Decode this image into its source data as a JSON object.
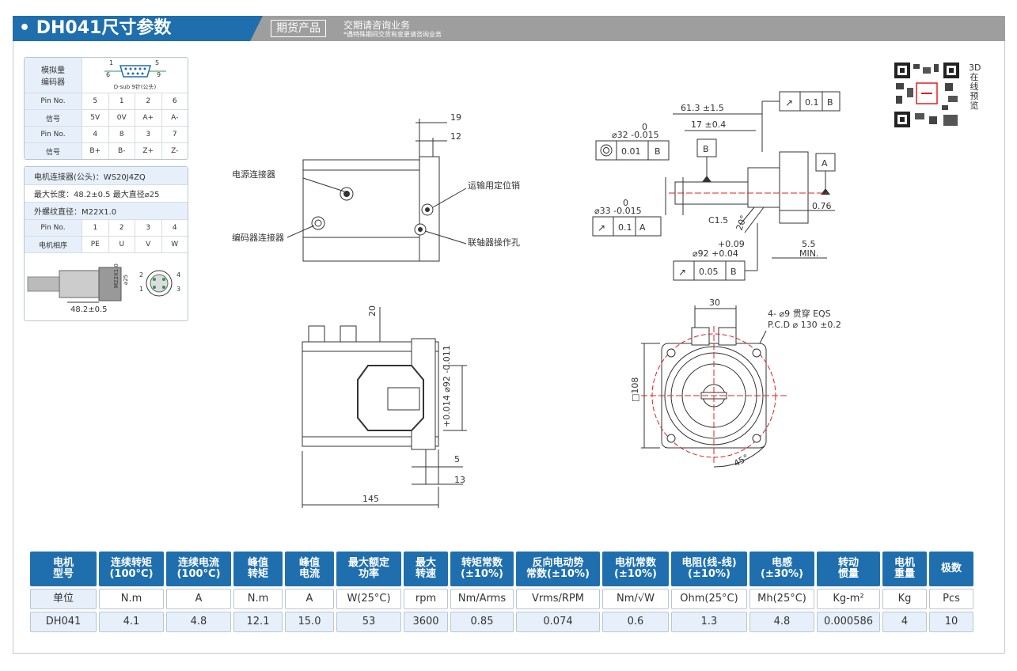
{
  "header": {
    "title": "• DH041尺寸参数",
    "futures_label": "期货产品",
    "note_main": "交期请咨询业务",
    "note_sub": "*遇特殊期间交货有变更请咨询业务"
  },
  "spec_panel": {
    "encoder_label": "模拟量\n编码器",
    "dsub_caption": "D-sub 9针(公头)",
    "dsub_pins_top": "1         5",
    "dsub_pins_bottom": "6         9",
    "pin_rows": [
      {
        "label": "Pin No.",
        "values": [
          "5",
          "1",
          "2",
          "6"
        ]
      },
      {
        "label": "信号",
        "values": [
          "5V",
          "0V",
          "A+",
          "A-"
        ]
      },
      {
        "label": "Pin No.",
        "values": [
          "4",
          "8",
          "3",
          "7"
        ]
      },
      {
        "label": "信号",
        "values": [
          "B+",
          "B-",
          "Z+",
          "Z-"
        ]
      }
    ],
    "motor_connector": "电机连接器(公头)：WS20J4ZQ",
    "max_length": "最大长度：48.2±0.5   最大直径⌀25",
    "thread_dia": "外螺纹直径：M22X1.0",
    "phase_rows": [
      {
        "label": "Pin No.",
        "values": [
          "1",
          "2",
          "3",
          "4"
        ]
      },
      {
        "label": "电机相序",
        "values": [
          "PE",
          "U",
          "V",
          "W"
        ]
      }
    ],
    "connector_dim_length": "48.2±0.5",
    "connector_dim_thread": "M22X1.0",
    "connector_dim_dia": "⌀25",
    "connector_pin_labels": [
      "1",
      "2",
      "3",
      "4"
    ]
  },
  "drawing_side": {
    "label_power": "电源连接器",
    "label_encoder": "编码器连接器",
    "label_pin": "运输用定位销",
    "label_coupling": "联轴器操作孔",
    "dim_19": "19",
    "dim_12": "12"
  },
  "drawing_bottom": {
    "dim_20": "20",
    "dim_tol": "+0.014\n⌀92 -0.011",
    "dim_5": "5",
    "dim_13": "13",
    "dim_145": "145"
  },
  "drawing_shaft": {
    "dim_61": "61.3 ±1.5",
    "dim_17": "17 ±0.4",
    "dim_phi32": "⌀32 -0.015",
    "dim_phi32_top": "0",
    "dim_phi33": "⌀33 -0.015",
    "dim_phi33_top": "0",
    "dim_c15": "C1.5",
    "dim_20": "20°",
    "dim_phi92": "⌀92 +0.04",
    "dim_phi92_top": "+0.09",
    "dim_076": "0.76",
    "dim_55": "5.5",
    "dim_min": "MIN.",
    "tol_top_value": "0.1",
    "tol_top_ref": "B",
    "tol_conc_value": "0.01",
    "tol_conc_ref": "B",
    "datum_b": "B",
    "datum_a": "A",
    "tol_left_value": "0.1",
    "tol_left_ref": "A",
    "tol_bottom_value": "0.05",
    "tol_bottom_ref": "B"
  },
  "drawing_front": {
    "dim_30": "30",
    "holes": "4- ⌀9 贯穿 EQS",
    "pcd": "P.C.D  ⌀ 130 ±0.2",
    "dim_108": "□108",
    "dim_45": "45°"
  },
  "qr": {
    "label": "3D在线预览"
  },
  "table": {
    "headers": [
      "电机\n型号",
      "连续转矩\n(100°C)",
      "连续电流\n(100°C)",
      "峰值\n转矩",
      "峰值\n电流",
      "最大额定\n功率",
      "最大\n转速",
      "转矩常数\n(±10%)",
      "反向电动势\n常数(±10%)",
      "电机常数\n(±10%)",
      "电阻(线-线)\n(±10%)",
      "电感\n(±30%)",
      "转动\n惯量",
      "电机\n重量",
      "极数"
    ],
    "units": [
      "单位",
      "N.m",
      "A",
      "N.m",
      "A",
      "W(25°C)",
      "rpm",
      "Nm/Arms",
      "Vrms/RPM",
      "Nm/√W",
      "Ohm(25°C)",
      "Mh(25°C)",
      "Kg-m²",
      "Kg",
      "Pcs"
    ],
    "values": [
      "DH041",
      "4.1",
      "4.8",
      "12.1",
      "15.0",
      "53",
      "3600",
      "0.85",
      "0.074",
      "0.6",
      "1.3",
      "4.8",
      "0.000586",
      "4",
      "10"
    ]
  },
  "colors": {
    "brand": "#1f6fae",
    "header_gray": "#9e9e9e",
    "cell_bg": "#e7f0fa",
    "red_line": "#e02020"
  }
}
